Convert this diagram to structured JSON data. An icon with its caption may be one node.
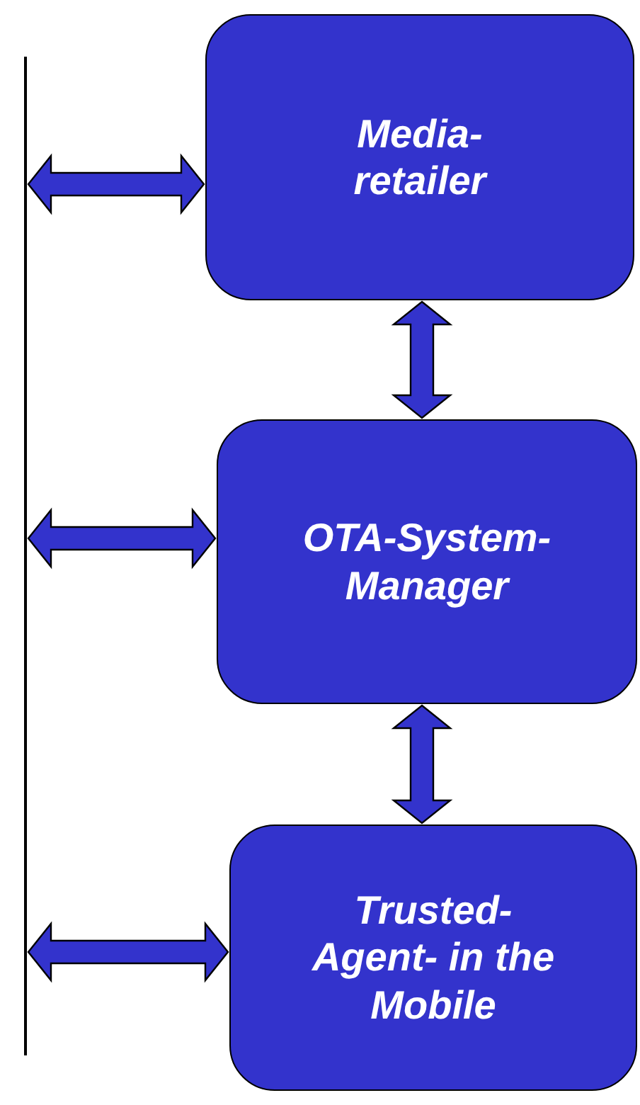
{
  "diagram": {
    "nodes": [
      {
        "text": [],
        "shape": "bar"
      },
      {
        "text": [
          "Media- retailer"
        ]
      },
      {
        "text": [
          "OTA-System- Manager"
        ]
      },
      {
        "text": [
          "Trusted- Agent- in the Mobile"
        ]
      }
    ],
    "edges": [
      {
        "from": 0,
        "to": 1,
        "arrow": "both"
      },
      {
        "from": 1,
        "to": 2,
        "arrow": "both"
      },
      {
        "from": 0,
        "to": 2,
        "arrow": "both"
      },
      {
        "from": 2,
        "to": 3,
        "arrow": "both"
      },
      {
        "from": 0,
        "to": 3,
        "arrow": "both"
      }
    ]
  }
}
